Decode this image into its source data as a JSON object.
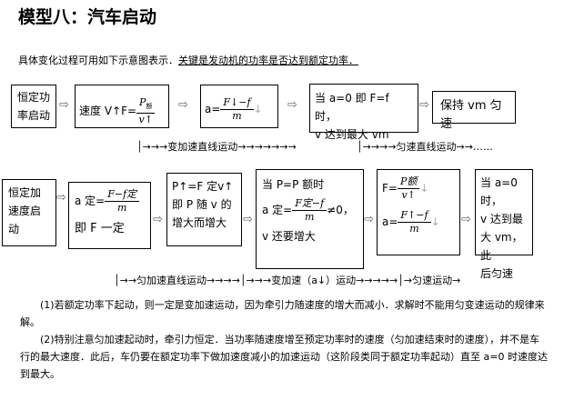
{
  "title": "模型八：汽车启动",
  "intro": {
    "text": "具体变化过程可用如下示意图表示．",
    "key": "关键是发动机的功率是否达到额定功率．"
  },
  "row1": {
    "b1": "恒定功率启动",
    "b2_pre": "速度 V↑F=",
    "b2_num": "P",
    "b2_sub": "额",
    "b2_den": "v↑",
    "b3_pre": "a=",
    "b3_num": "F↓−f",
    "b3_den": "m",
    "b3_post": "↓",
    "b4_l1": "当 a=0 即 F=f 时，",
    "b4_l2": "v 达到最大 vm",
    "b5": "保持 vm 匀速",
    "flow1": "│→→→变加速直线运动→→→→→→→",
    "flow2": "│→→→→匀速直线运动→→……"
  },
  "row2": {
    "b1": "恒定加速度启动",
    "b2_pre": "a 定=",
    "b2_num": "F−f定",
    "b2_den": "m",
    "b2_l2": "即 F 一定",
    "b3_l1": "P↑=F 定v↑",
    "b3_l2": "即 P 随 v 的",
    "b3_l3": "增大而增大",
    "b4_l1": "当 P=P 额时",
    "b4_pre": "a 定=",
    "b4_num": "F定−f",
    "b4_den": "m",
    "b4_post": "≠0，",
    "b4_l3": "v 还要增大",
    "b5_pre": "F=",
    "b5_num": "P额",
    "b5_den": "v↑",
    "b5_post": "↓",
    "b5_pre2": "a=",
    "b5_num2": "F↑−f",
    "b5_den2": "m",
    "b5_post2": "↓",
    "b6_l1": "当 a=0 时，",
    "b6_l2": "v 达到最",
    "b6_l3": "大 vm，此",
    "b6_l4": "后匀速",
    "flow1": "│→→匀加速直线运动→→→→│→→→变加速（a↓）运动→→→→→│→匀速运动→"
  },
  "notes": {
    "p1": "(1)若额定功率下起动，则一定是变加速运动，因为牵引力随速度的增大而减小．求解时不能用匀变速运动的规律来解。",
    "p2": "(2)特别注意匀加速起动时，牵引力恒定．当功率随速度增至预定功率时的速度（匀加速结束时的速度），并不是车行的最大速度．此后，车仍要在额定功率下做加速度减小的加速运动（这阶段类同于额定功率起动）直至 a=0 时速度达到最大。"
  }
}
